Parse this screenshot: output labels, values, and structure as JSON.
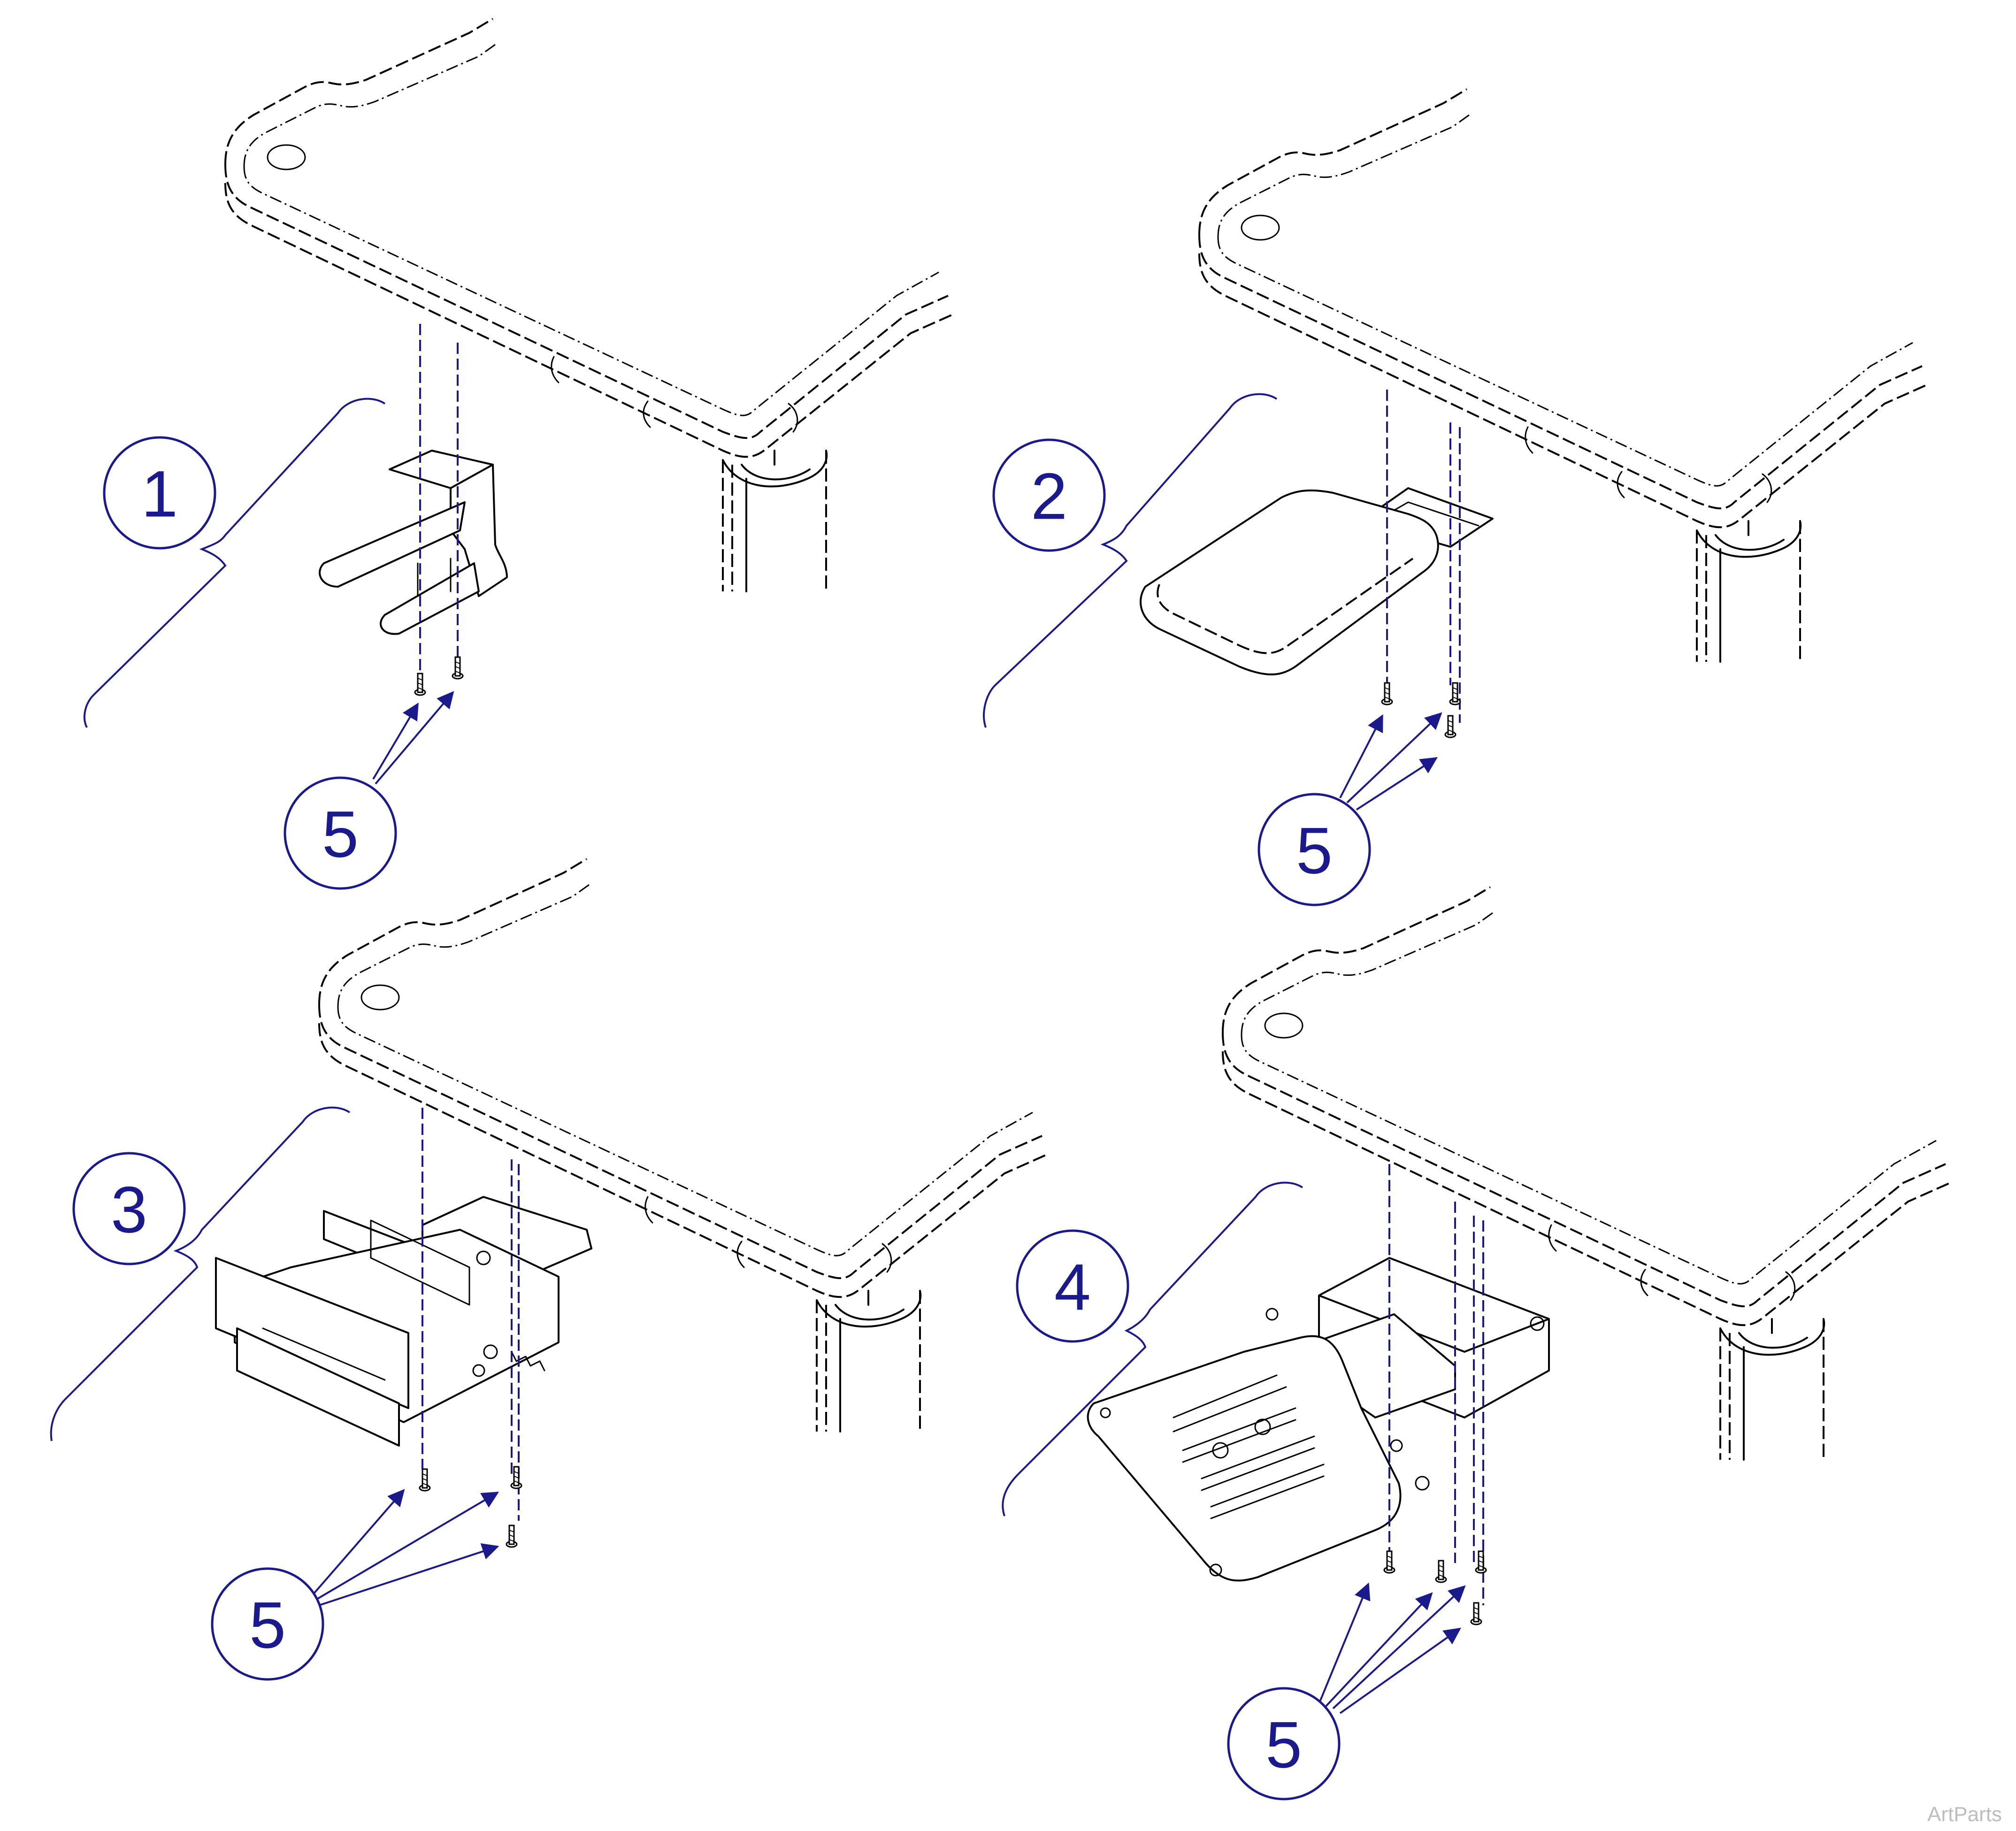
{
  "callouts": {
    "c1": "1",
    "c2": "2",
    "c3": "3",
    "c4": "4",
    "c5a": "5",
    "c5b": "5",
    "c5c": "5",
    "c5d": "5"
  },
  "watermark": "ArtParts",
  "colors": {
    "callout": "#1a1a8c",
    "line": "#000000",
    "watermark": "#bdbdbd"
  },
  "icons": {
    "table": "table-top-outline",
    "part1": "finger-rest-bracket",
    "part2": "cushion-rest",
    "part3": "box-bracket-holder",
    "part4": "slotted-tray",
    "screw": "screw-icon"
  }
}
